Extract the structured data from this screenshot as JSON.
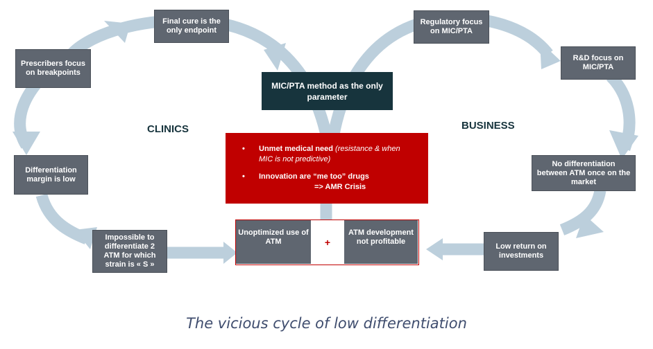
{
  "nodes": {
    "final_cure": "Final cure is the only endpoint",
    "prescribers": "Prescribers focus on breakpoints",
    "diff_margin": "Differentiation margin is low",
    "impossible": "Impossible to differentiate 2 ATM for which strain is « S »",
    "regulatory": "Regulatory focus on MIC/PTA",
    "rnd": "R&D focus on MIC/PTA",
    "no_diff": "No differentiation between ATM once on the market",
    "low_return": "Low return on investments",
    "mic_method": "MIC/PTA method as the only parameter"
  },
  "labels": {
    "clinics": "CLINICS",
    "business": "BUSINESS"
  },
  "center": {
    "bullet1_bold": "Unmet medical need",
    "bullet1_italic": " (resistance & when MIC is not predictive)",
    "bullet2_bold": "Innovation are “me too” drugs",
    "bullet2_result": "=> AMR Crisis"
  },
  "bottom": {
    "left": "Unoptimized use of ATM",
    "plus": "+",
    "right": "ATM development not profitable"
  },
  "caption": "The vicious cycle of low differentiation",
  "colors": {
    "arrow": "#bccfdc",
    "box": "#5f6670",
    "dark_box": "#17343d",
    "red_box": "#c00000",
    "caption": "#3f4d6e"
  }
}
